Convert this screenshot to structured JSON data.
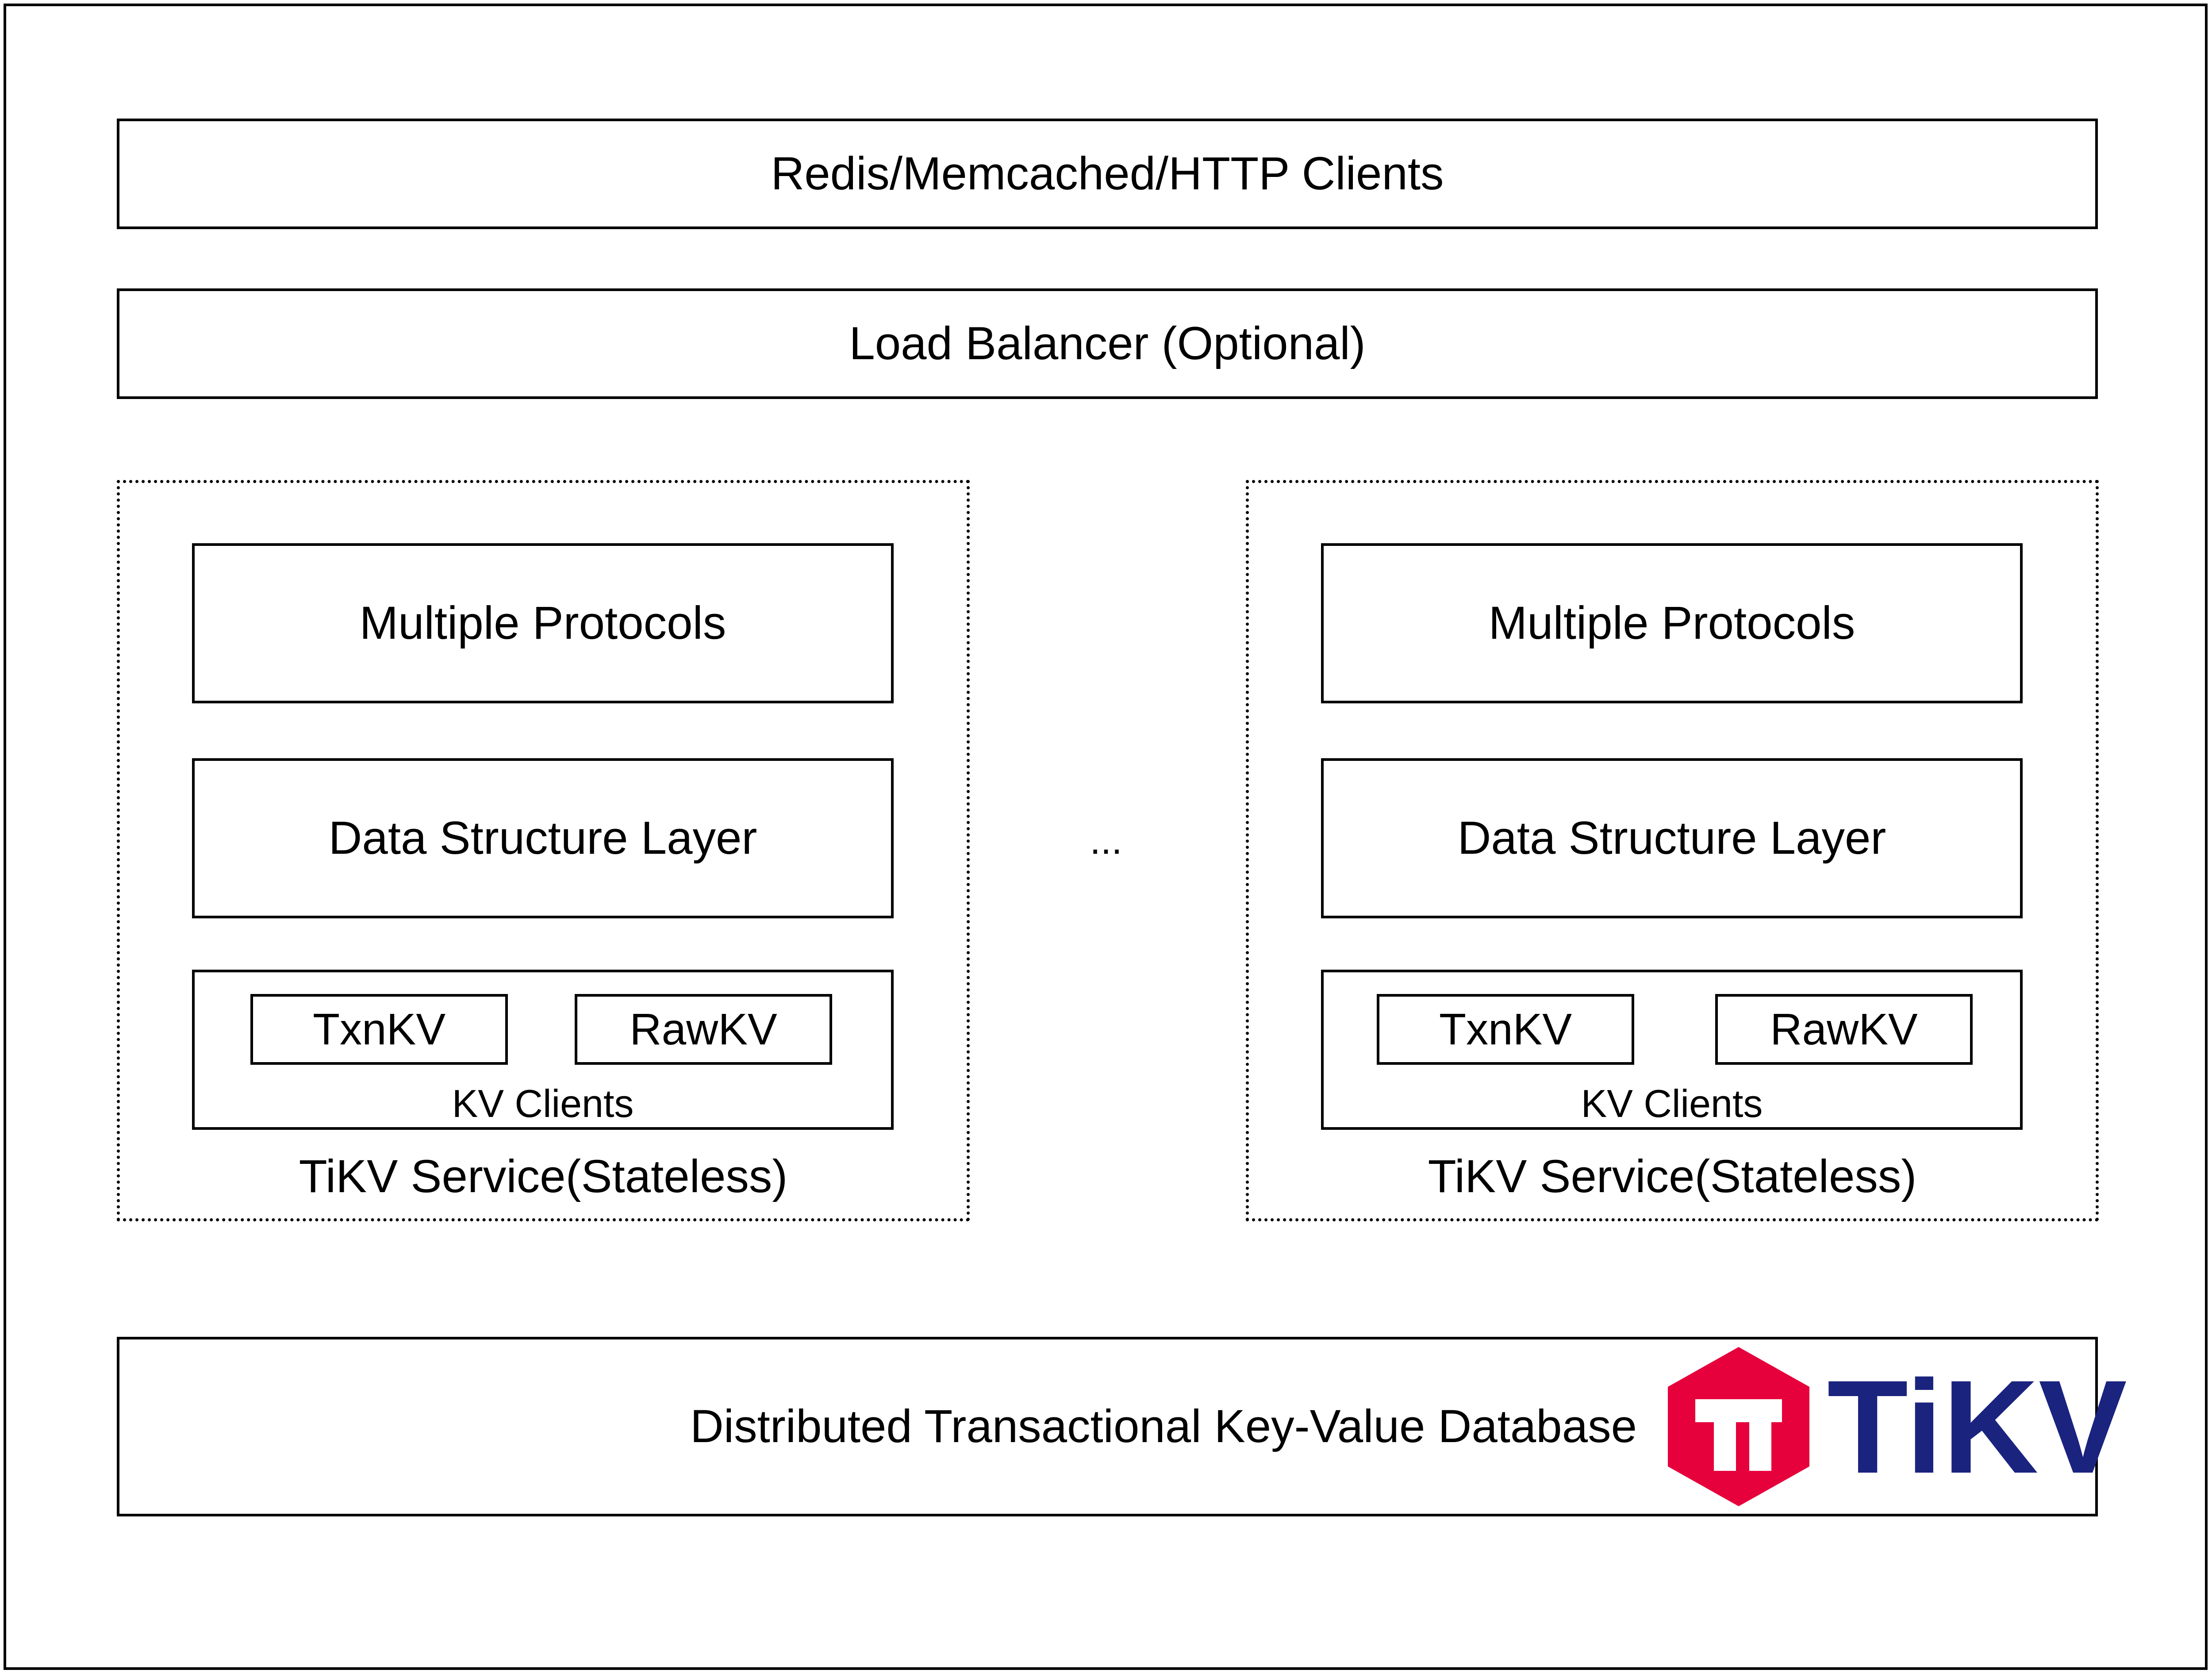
{
  "colors": {
    "line": "#000000",
    "logo_red": "#E6003C",
    "logo_navy": "#1A237E"
  },
  "layers": {
    "clients": "Redis/Memcached/HTTP Clients",
    "load_balancer": "Load Balancer (Optional)",
    "separator": "...",
    "database": "Distributed Transactional Key-Value Database"
  },
  "services": [
    {
      "protocols": "Multiple Protocols",
      "data_structure": "Data Structure Layer",
      "txnkv": "TxnKV",
      "rawkv": "RawKV",
      "kv_clients": "KV Clients",
      "name": "TiKV Service(Stateless)"
    },
    {
      "protocols": "Multiple Protocols",
      "data_structure": "Data Structure Layer",
      "txnkv": "TxnKV",
      "rawkv": "RawKV",
      "kv_clients": "KV Clients",
      "name": "TiKV Service(Stateless)"
    }
  ],
  "logo": {
    "icon": "tikv-hexagon-logo-icon",
    "text": "TiKV"
  }
}
